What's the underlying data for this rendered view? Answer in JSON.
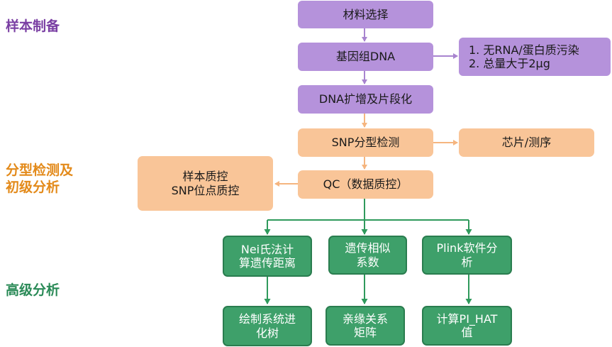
{
  "colors": {
    "purple_box": "#b592db",
    "purple_arrow": "#a884cf",
    "orange_box": "#f9c598",
    "orange_arrow": "#f5b57f",
    "green_box": "#3ea06a",
    "green_border": "#2a7d4f",
    "green_arrow": "#2f9a5c",
    "section_purple": "#7a3fa3",
    "section_orange": "#e38a1a",
    "section_green": "#2a8a57"
  },
  "sections": {
    "sample_prep": "样本制备",
    "genotyping": "分型检测及\n初级分析",
    "advanced": "高级分析"
  },
  "nodes": {
    "material": "材料选择",
    "genomic_dna": "基因组DNA",
    "dna_requirements": "1. 无RNA/蛋白质污染\n2. 总量大于2μg",
    "dna_amplify": "DNA扩增及片段化",
    "snp_typing": "SNP分型检测",
    "chip_seq": "芯片/测序",
    "qc": "QC（数据质控）",
    "qc_detail": "样本质控\nSNP位点质控",
    "nei_distance": "Nei氏法计\n算遗传距离",
    "genetic_coef": "遗传相似\n系数",
    "plink": "Plink软件分\n析",
    "phylo_tree": "绘制系统进\n化树",
    "kinship": "亲缘关系\n矩阵",
    "pi_hat": "计算PI_HAT\n值"
  }
}
